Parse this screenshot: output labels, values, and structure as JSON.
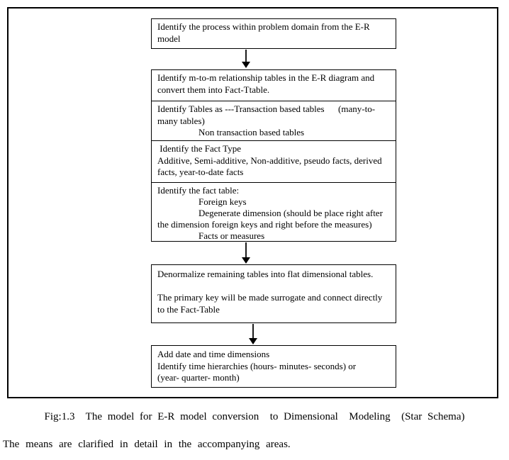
{
  "figure": {
    "colors": {
      "border": "#000000",
      "background": "#ffffff",
      "arrow": "#000000",
      "text": "#000000"
    },
    "boxes": {
      "box1": {
        "lines": [
          "Identify the process within problem domain from the E-R",
          "model"
        ]
      },
      "box2": {
        "sections": [
          {
            "lines": [
              "Identify m-to-m relationship tables in the E-R diagram and",
              "convert them into Fact-Ttable."
            ]
          },
          {
            "lines": [
              "Identify Tables as ---Transaction based tables      (many-to-",
              "many tables)",
              "Non transaction based tables"
            ]
          },
          {
            "lines": [
              " Identify the Fact Type",
              "Additive, Semi-additive, Non-additive, pseudo facts, derived",
              "facts, year-to-date facts"
            ]
          },
          {
            "lines": [
              "Identify the fact table:",
              "Foreign keys",
              "Degenerate dimension (should be place right after",
              "the dimension foreign keys and right before the measures)",
              "Facts or measures"
            ]
          }
        ]
      },
      "box3": {
        "lines": [
          "Denormalize remaining tables into flat dimensional tables.",
          "",
          "The primary key will be made surrogate and connect directly",
          "to the Fact-Table"
        ]
      },
      "box4": {
        "lines": [
          "Add date and time dimensions",
          "Identify time hierarchies (hours- minutes- seconds) or",
          "(year- quarter- month)"
        ]
      }
    },
    "caption": "Fig:1.3  The model for E-R model conversion  to Dimensional  Modeling  (Star Schema)",
    "body_text": "The means are clarified in detail in the accompanying areas."
  }
}
